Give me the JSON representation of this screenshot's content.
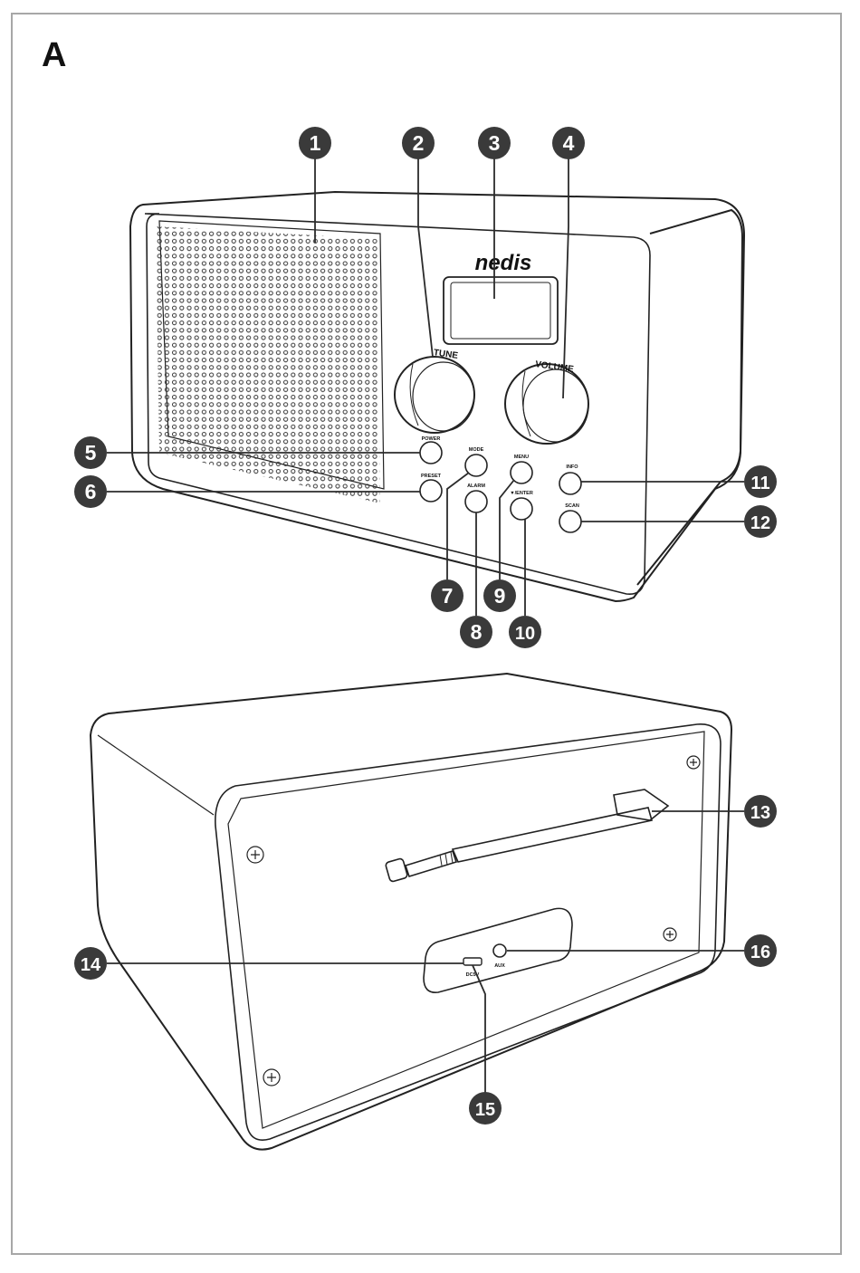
{
  "figure": {
    "letter": "A"
  },
  "device": {
    "brand": "nedis",
    "knobs": {
      "tune": "TUNE",
      "volume": "VOLUME"
    },
    "buttons": {
      "power": "POWER",
      "preset": "PRESET",
      "mode": "MODE",
      "alarm": "ALARM",
      "menu": "MENU",
      "enter": "▼/ENTER",
      "info": "INFO",
      "scan": "SCAN"
    },
    "ports": {
      "dc": "DC5V",
      "aux": "AUX"
    }
  },
  "callouts": [
    "1",
    "2",
    "3",
    "4",
    "5",
    "6",
    "7",
    "8",
    "9",
    "10",
    "11",
    "12",
    "13",
    "14",
    "15",
    "16"
  ],
  "colors": {
    "badge": "#3a3a3a",
    "line": "#2b2b2b",
    "frame": "#a7a7a7"
  }
}
